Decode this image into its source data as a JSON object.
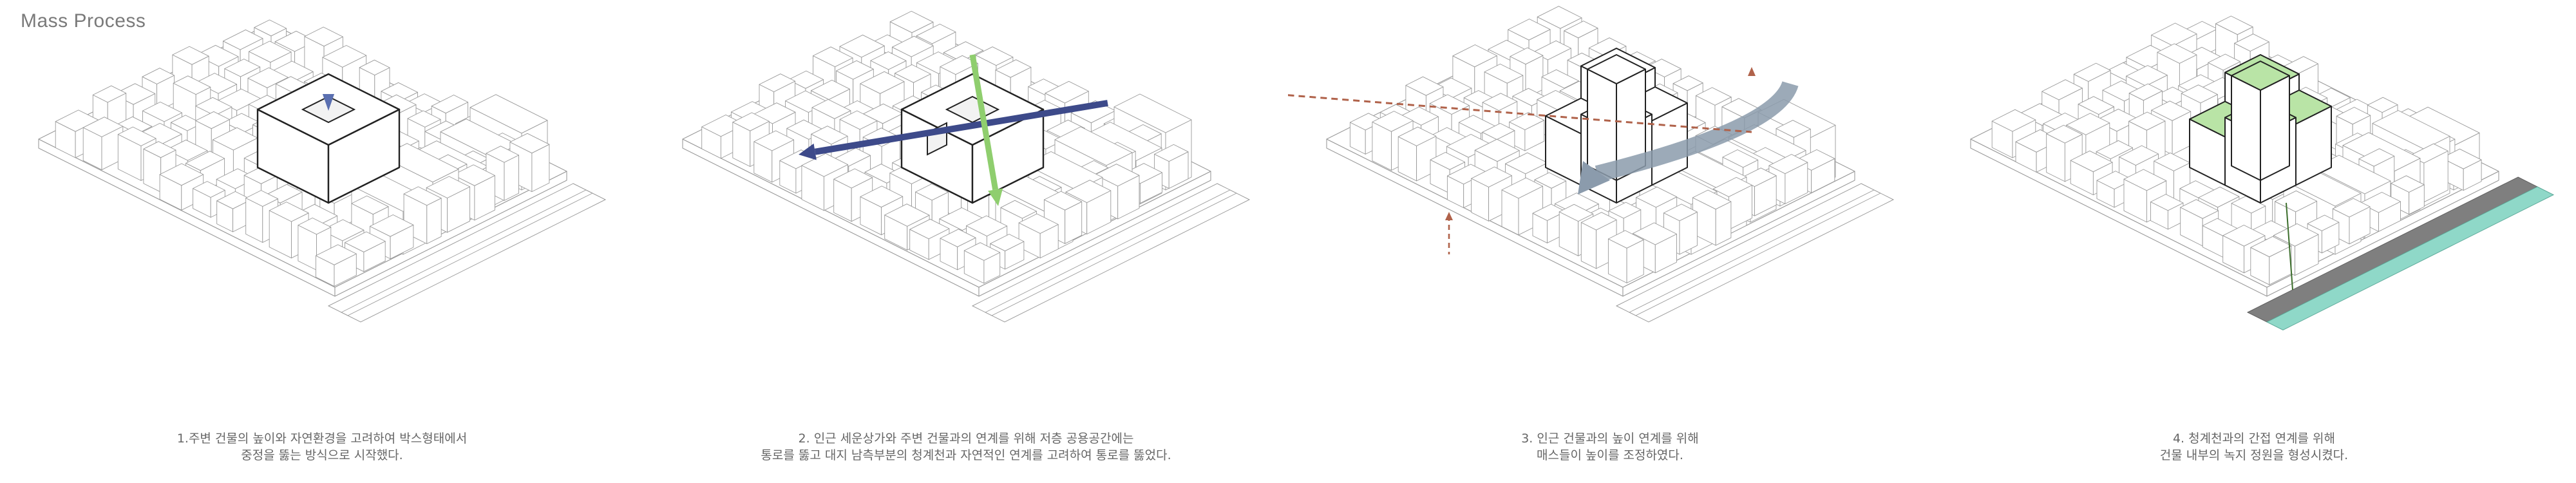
{
  "page_title": "Mass Process",
  "steps": [
    {
      "line1": "1.주변 건물의 높이와 자연환경을 고려하여 박스형태에서",
      "line2": "중정을 뚫는 방식으로 시작했다."
    },
    {
      "line1": "2. 인근 세운상가와 주변 건물과의 연계를 위해 저층 공용공간에는",
      "line2": "통로를 뚫고 대지 남측부분의 청계천과 자연적인 연계를 고려하여 통로를 뚫었다."
    },
    {
      "line1": "3. 인근 건물과의 높이 연계를 위해",
      "line2": "매스들이 높이를 조정하였다."
    },
    {
      "line1": "4. 청계천과의 간접 연계를 위해",
      "line2": "건물 내부의 녹지 정원을 형성시켰다."
    }
  ],
  "colors": {
    "line": "#9a9a9a",
    "mass": "#222222",
    "arrow_blue": "#5a6fb0",
    "arrow_navy": "#3d4a8a",
    "arrow_green": "#8fce6e",
    "arrow_grey": "#8b9bac",
    "dash_red": "#b0624a",
    "road": "#7f7f7f",
    "stream": "#8fd8c8",
    "garden": "#b9e4a6"
  }
}
